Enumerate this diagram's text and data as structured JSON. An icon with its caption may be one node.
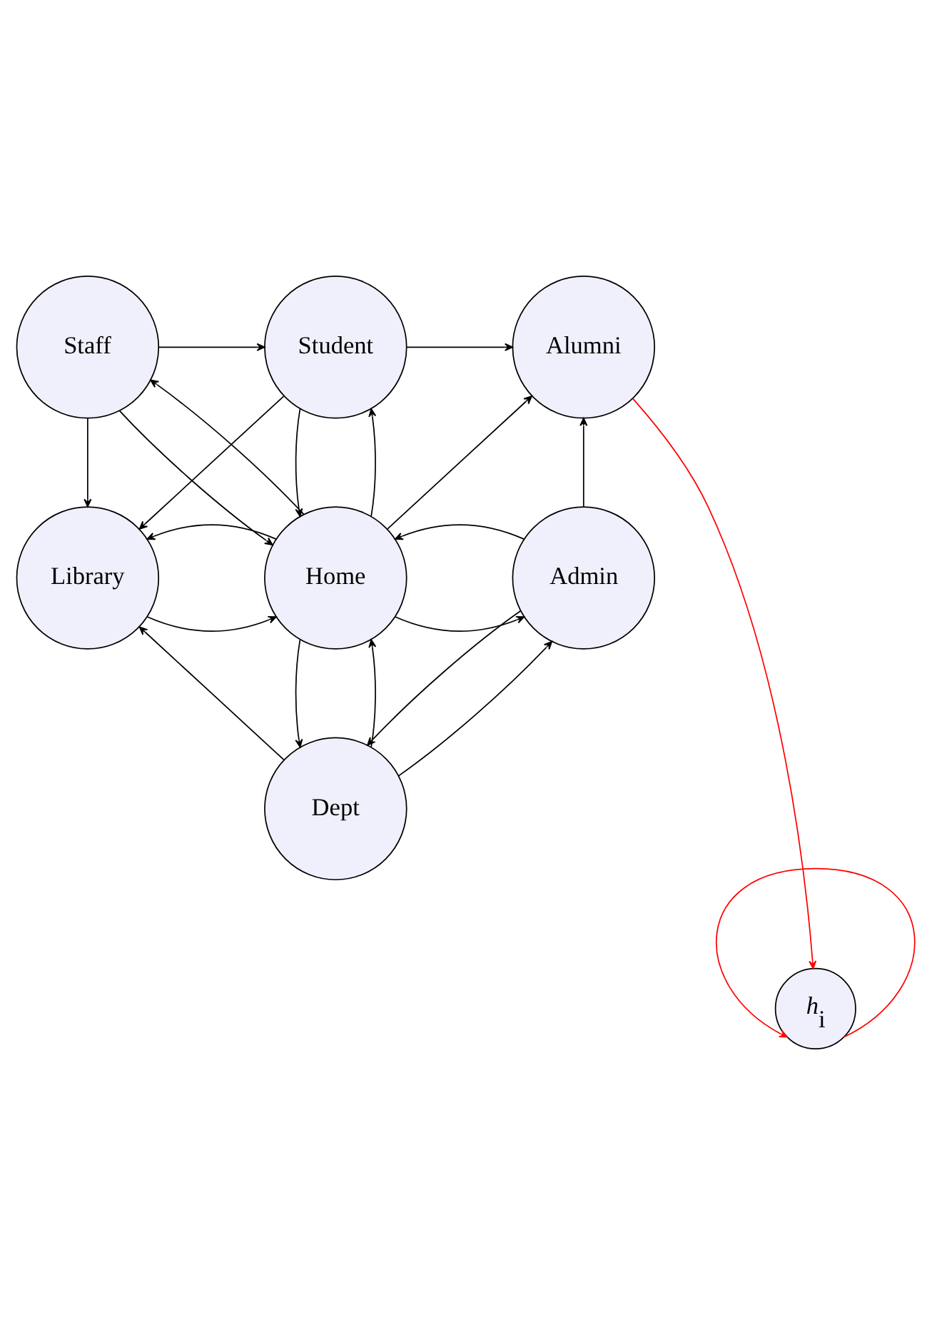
{
  "diagram": {
    "nodes": [
      {
        "text": [
          "Staff"
        ]
      },
      {
        "text": [
          "Student"
        ]
      },
      {
        "text": [
          "Alumni"
        ]
      },
      {
        "text": [
          "Library"
        ]
      },
      {
        "text": [
          "Home"
        ]
      },
      {
        "text": [
          "Admin"
        ]
      },
      {
        "text": [
          "Dept"
        ]
      },
      {
        "text": [
          "*h*$_{i}$"
        ]
      }
    ],
    "edges": [
      {
        "from": 0,
        "to": 1,
        "arrow": "to"
      },
      {
        "from": 1,
        "to": 2,
        "arrow": "to"
      },
      {
        "from": 0,
        "to": 3,
        "arrow": "to"
      },
      {
        "from": 0,
        "to": 4,
        "arrow": "to"
      },
      {
        "from": 4,
        "to": 0,
        "arrow": "to"
      },
      {
        "from": 1,
        "to": 3,
        "arrow": "to"
      },
      {
        "from": 4,
        "to": 1,
        "arrow": "to"
      },
      {
        "from": 1,
        "to": 4,
        "arrow": "to"
      },
      {
        "from": 4,
        "to": 2,
        "arrow": "to"
      },
      {
        "from": 3,
        "to": 4,
        "arrow": "to"
      },
      {
        "from": 4,
        "to": 3,
        "arrow": "to"
      },
      {
        "from": 4,
        "to": 5,
        "arrow": "to"
      },
      {
        "from": 5,
        "to": 4,
        "arrow": "to"
      },
      {
        "from": 5,
        "to": 2,
        "arrow": "to"
      },
      {
        "from": 6,
        "to": 3,
        "arrow": "to"
      },
      {
        "from": 6,
        "to": 4,
        "arrow": "to"
      },
      {
        "from": 4,
        "to": 6,
        "arrow": "to"
      },
      {
        "from": 6,
        "to": 5,
        "arrow": "to"
      },
      {
        "from": 5,
        "to": 6,
        "arrow": "to"
      },
      {
        "from": 2,
        "to": 7,
        "arrow": "to",
        "color": "#ff0000"
      },
      {
        "from": 7,
        "to": 7,
        "arrow": "to",
        "color": "#ff0000"
      }
    ]
  }
}
